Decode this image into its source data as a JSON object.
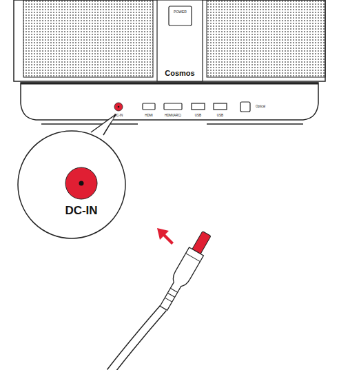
{
  "diagram": {
    "labels": [
      "POWER",
      "Cosmos",
      "DC-IN",
      "HDMI",
      "HDMI(ARC)",
      "USB",
      "USB",
      "Optical",
      "DC-IN"
    ]
  }
}
